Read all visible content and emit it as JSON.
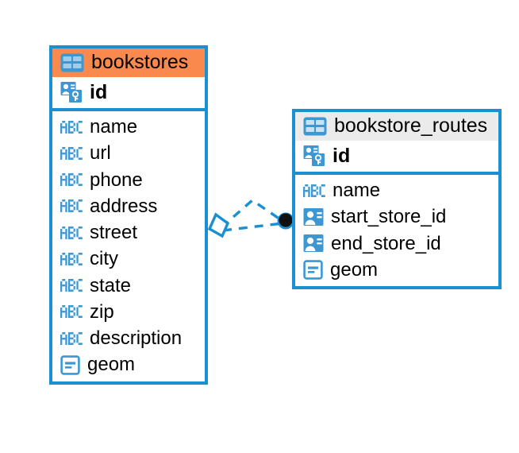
{
  "diagram": {
    "title": "entity-relationship-diagram",
    "colors": {
      "border": "#1a8fd1",
      "accent_header": "#f9894c",
      "plain_header": "#ebebeb",
      "icon_blue": "#3d97d3",
      "link": "#1a8fd1",
      "endpoint_dot": "#111111",
      "canvas": "#ffffff"
    },
    "entities": [
      {
        "name": "bookstores",
        "header_style": "accent",
        "table_icon": "table-icon",
        "primary_key": {
          "label": "id",
          "icon": "primary-key-icon"
        },
        "fields": [
          {
            "label": "name",
            "icon": "abc-text-icon"
          },
          {
            "label": "url",
            "icon": "abc-text-icon"
          },
          {
            "label": "phone",
            "icon": "abc-text-icon"
          },
          {
            "label": "address",
            "icon": "abc-text-icon"
          },
          {
            "label": "street",
            "icon": "abc-text-icon"
          },
          {
            "label": "city",
            "icon": "abc-text-icon"
          },
          {
            "label": "state",
            "icon": "abc-text-icon"
          },
          {
            "label": "zip",
            "icon": "abc-text-icon"
          },
          {
            "label": "description",
            "icon": "abc-text-icon"
          },
          {
            "label": "geom",
            "icon": "geometry-icon"
          }
        ]
      },
      {
        "name": "bookstore_routes",
        "header_style": "plain",
        "table_icon": "table-icon",
        "primary_key": {
          "label": "id",
          "icon": "primary-key-icon"
        },
        "fields": [
          {
            "label": "name",
            "icon": "abc-text-icon"
          },
          {
            "label": "start_store_id",
            "icon": "foreign-key-icon"
          },
          {
            "label": "end_store_id",
            "icon": "foreign-key-icon"
          },
          {
            "label": "geom",
            "icon": "geometry-icon"
          }
        ]
      }
    ],
    "relationship": {
      "style": "dashed",
      "source_endpoint": "crows-foot-diamond-icon",
      "target_endpoint": "filled-circle-icon"
    }
  }
}
